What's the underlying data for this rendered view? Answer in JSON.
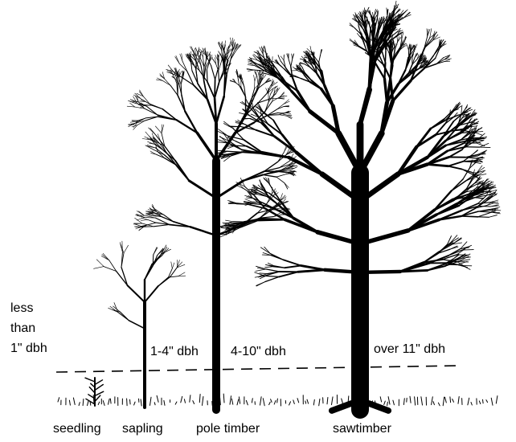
{
  "size_labels": {
    "seedling_size": [
      "less",
      "than",
      "1\" dbh"
    ],
    "sapling_size": "1-4\" dbh",
    "pole_size": "4-10\" dbh",
    "saw_size": "over 11\" dbh"
  },
  "stage_labels": {
    "seedling": "seedling",
    "sapling": "sapling",
    "pole": "pole timber",
    "saw": "sawtimber"
  },
  "colors": {
    "ink": "#000000",
    "background": "#ffffff"
  }
}
